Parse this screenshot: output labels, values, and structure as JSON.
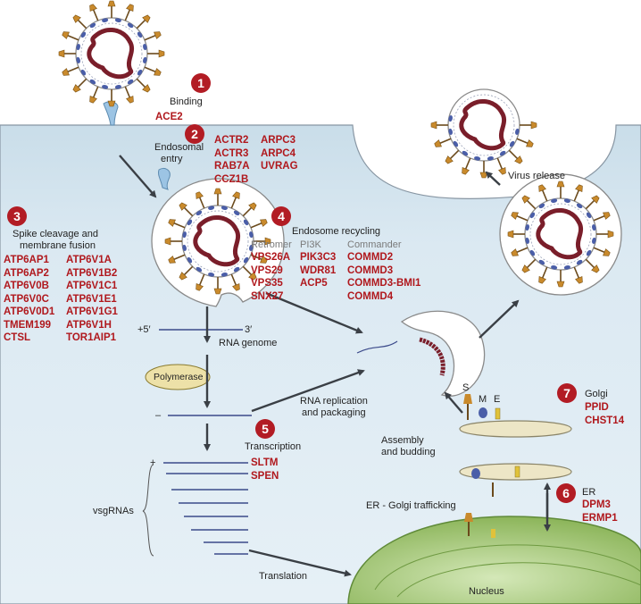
{
  "steps": {
    "s1": {
      "num": "1",
      "label": "Binding",
      "genes": [
        "ACE2"
      ]
    },
    "s2": {
      "num": "2",
      "label_l1": "Endosomal",
      "label_l2": "entry",
      "genes_col1": [
        "ACTR2",
        "ACTR3",
        "RAB7A",
        "CCZ1B"
      ],
      "genes_col2": [
        "ARPC3",
        "ARPC4",
        "UVRAG"
      ]
    },
    "s3": {
      "num": "3",
      "label_l1": "Spike cleavage and",
      "label_l2": "membrane fusion",
      "genes_col1": [
        "ATP6AP1",
        "ATP6AP2",
        "ATP6V0B",
        "ATP6V0C",
        "ATP6V0D1",
        "TMEM199",
        "CTSL"
      ],
      "genes_col2": [
        "ATP6V1A",
        "ATP6V1B2",
        "ATP6V1C1",
        "ATP6V1E1",
        "ATP6V1G1",
        "ATP6V1H",
        "TOR1AIP1"
      ]
    },
    "s4": {
      "num": "4",
      "label": "Endosome recycling",
      "groups": [
        {
          "name": "Retromer",
          "genes": [
            "VPS26A",
            "VPS29",
            "VPS35",
            "SNX27"
          ]
        },
        {
          "name": "PI3K",
          "genes": [
            "PIK3C3",
            "WDR81",
            "ACP5"
          ]
        },
        {
          "name": "Commander",
          "genes": [
            "COMMD2",
            "COMMD3",
            "COMMD3-BMI1",
            "COMMD4"
          ]
        }
      ]
    },
    "s5": {
      "num": "5",
      "label": "Transcription",
      "genes": [
        "SLTM",
        "SPEN"
      ]
    },
    "s6": {
      "num": "6",
      "label": "ER",
      "genes": [
        "DPM3",
        "ERMP1"
      ]
    },
    "s7": {
      "num": "7",
      "label": "Golgi",
      "genes": [
        "PPID",
        "CHST14"
      ]
    }
  },
  "labels": {
    "virus_release": "Virus release",
    "five_prime": "+5′",
    "three_prime": "3′",
    "rna_genome": "RNA genome",
    "polymerase": "Polymerase",
    "minus": "–",
    "plus": "+",
    "rna_replication_l1": "RNA replication",
    "rna_replication_l2": "and packaging",
    "assembly_l1": "Assembly",
    "assembly_l2": "and budding",
    "vsgrnas": "vsgRNAs",
    "er_golgi": "ER - Golgi trafficking",
    "translation": "Translation",
    "nucleus": "Nucleus",
    "protein_s": "S",
    "protein_m": "M",
    "protein_e": "E"
  },
  "colors": {
    "badge": "#b21c24",
    "gene_text": "#b0181d",
    "cytoplasm": "#dceaf3",
    "spike": "#c98a2c",
    "rna": "#7a1e2a",
    "nucleus": "#8cb55a"
  }
}
